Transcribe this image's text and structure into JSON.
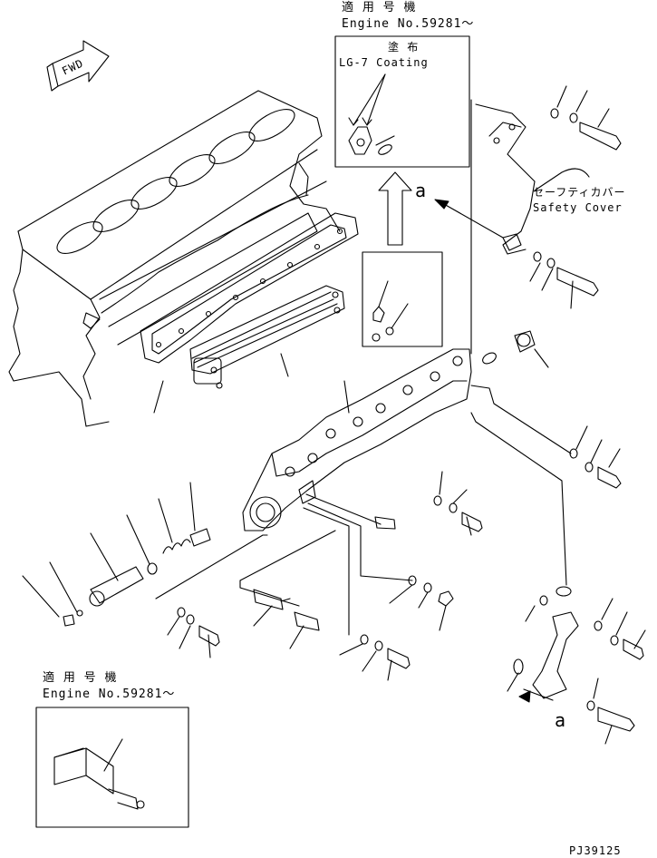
{
  "top_note": {
    "jp": "適 用 号 機",
    "en": "Engine No.59281～"
  },
  "coating": {
    "jp": "塗 布",
    "en": "LG-7 Coating"
  },
  "safety_cover": {
    "jp": "セーフティカバー",
    "en": "Safety Cover"
  },
  "fwd_label": "FWD",
  "ref_mark": "a",
  "bottom_note": {
    "jp": "適 用 号 機",
    "en": "Engine No.59281～"
  },
  "drawing_code": "PJ39125"
}
